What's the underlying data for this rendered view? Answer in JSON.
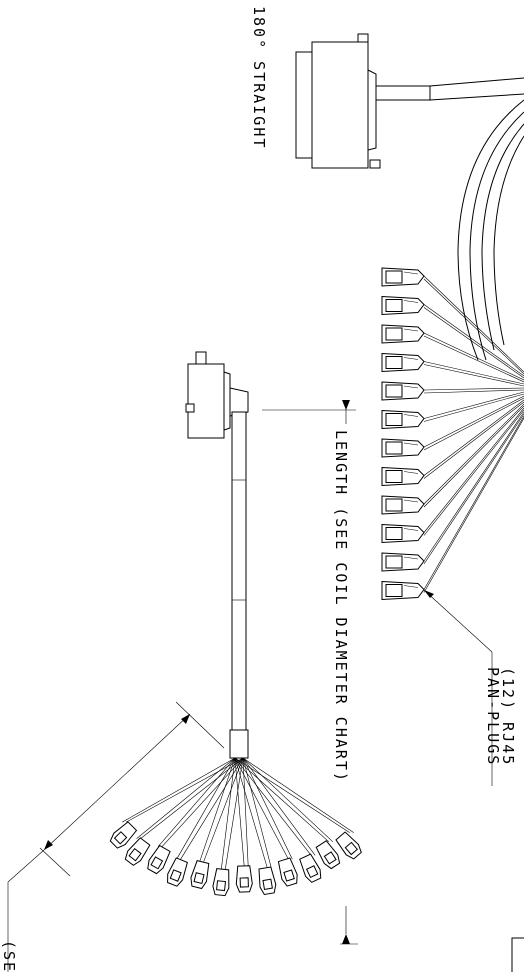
{
  "labels": {
    "straight": "180° STRAIGHT",
    "length": "LENGTH (SEE COIL DIAMETER CHART)",
    "plugs_count": "(12) RJ45",
    "plugs_name": "PAN-PLUGS",
    "see_note": "(SE"
  }
}
